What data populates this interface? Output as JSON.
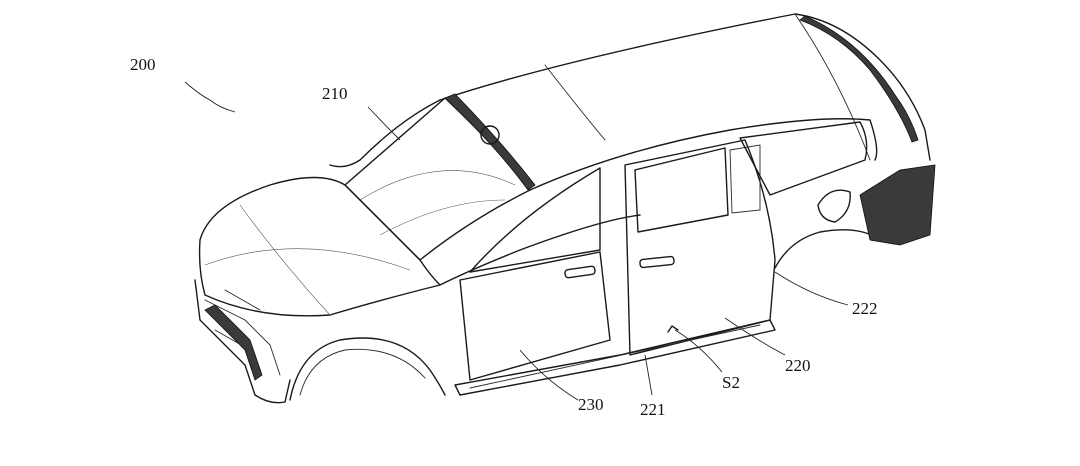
{
  "labels": {
    "assembly": "200",
    "roof_windshield": "210",
    "rear_side": "222",
    "side_frame": "220",
    "sill_rear": "221",
    "slot": "S2",
    "sill_front": "230"
  },
  "watermark": ""
}
